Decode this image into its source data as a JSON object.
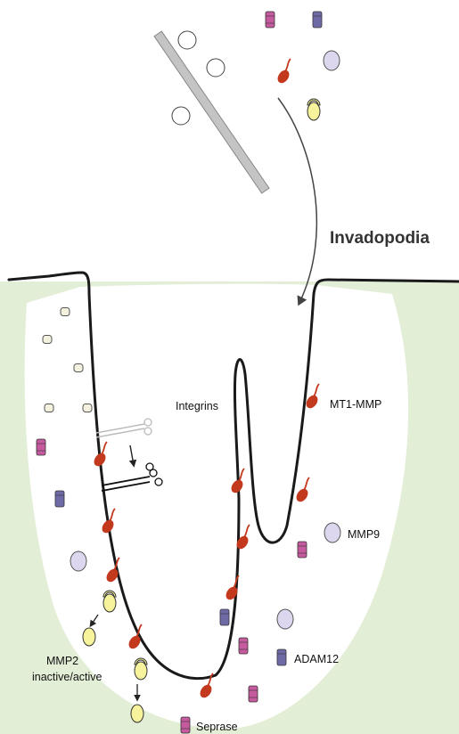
{
  "diagram": {
    "title": "Invadopodia",
    "labels": {
      "integrins": "Integrins",
      "mt1mmp": "MT1-MMP",
      "mmp9": "MMP9",
      "mmp2_line1": "MMP2",
      "mmp2_line2": "inactive/active",
      "adam12": "ADAM12",
      "seprase": "Seprase"
    },
    "colors": {
      "matrix_green": "#e3eed6",
      "membrane": "#1a1a1a",
      "mt1mmp_red": "#c2391e",
      "mmp9_lavender": "#dcd7ee",
      "mmp2_yellow": "#f6f39c",
      "adam12_blue": "#6d6aa6",
      "seprase_pink": "#c65a9e",
      "fiber_gray": "#bdbdbd",
      "collagen_cream": "#f4f1de"
    }
  }
}
